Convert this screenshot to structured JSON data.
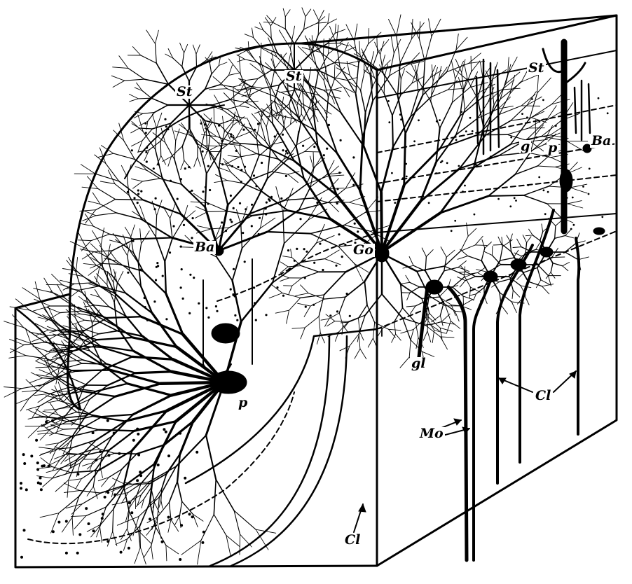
{
  "figure": {
    "ink_color": "#000000",
    "background": "#ffffff"
  },
  "labels": {
    "stellate_left": "St",
    "stellate_mid": "St",
    "stellate_right": "St",
    "basket_left": "Ba",
    "basket_right": "Ba",
    "golgi": "Go",
    "granule_layer": "g",
    "purkinje_layer": "p",
    "purkinje_cell": "p",
    "glomerulus": "gl",
    "mossy_fiber": "Mo",
    "climbing_fiber_right": "Cl",
    "climbing_fiber_bottom": "Cl"
  }
}
